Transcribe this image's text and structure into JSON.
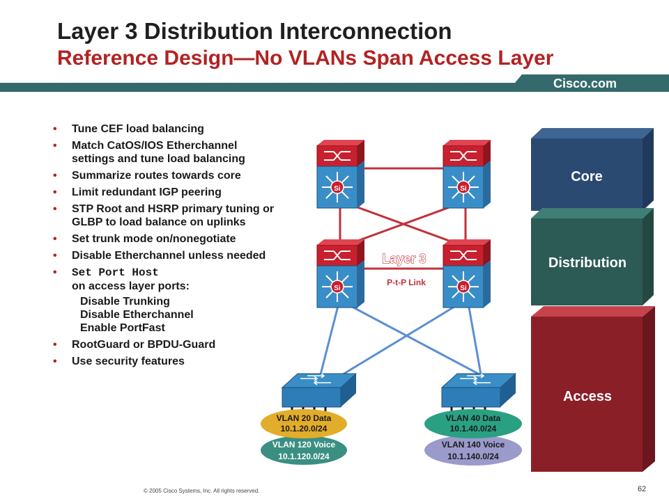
{
  "header": {
    "title": "Layer 3 Distribution Interconnection",
    "subtitle": "Reference Design—No VLANs Span Access Layer",
    "brand": "Cisco.com"
  },
  "bullets": [
    "Tune CEF load balancing",
    "Match CatOS/IOS Etherchannel settings and tune load balancing",
    "Summarize routes towards core",
    "Limit redundant IGP peering",
    "STP Root and HSRP primary tuning or GLBP to load balance on uplinks",
    "Set trunk mode on/nonegotiate",
    "Disable Etherchannel unless needed"
  ],
  "port_host": {
    "command": "Set Port Host",
    "text": "on access layer ports:",
    "sub_items": [
      "Disable Trunking",
      "Disable Etherchannel",
      "Enable PortFast"
    ]
  },
  "bullets_tail": [
    "RootGuard or BPDU-Guard",
    "Use security features"
  ],
  "diagram": {
    "layer_label": "Layer 3",
    "link_label": "P-t-P Link",
    "switch_badge": "Si",
    "vlans": {
      "left_data_name": "VLAN 20 Data",
      "left_data_subnet": "10.1.20.0/24",
      "left_voice_name": "VLAN 120 Voice",
      "left_voice_subnet": "10.1.120.0/24",
      "right_data_name": "VLAN 40 Data",
      "right_data_subnet": "10.1.40.0/24",
      "right_voice_name": "VLAN 140 Voice",
      "right_voice_subnet": "10.1.140.0/24"
    }
  },
  "layers": {
    "core": "Core",
    "distribution": "Distribution",
    "access": "Access"
  },
  "colors": {
    "core": "#2b4a72",
    "distribution": "#2c5a55",
    "access": "#8b1f28",
    "l3_link": "#c0313b",
    "access_link": "#5b8fd0",
    "data_vlan": "#e2ad2a",
    "voice_vlan_left": "#3a8f82",
    "voice_vlan_right": "#9a9acb"
  },
  "footer": {
    "copyright": "© 2005 Cisco Systems, Inc. All rights reserved.",
    "page": "62"
  }
}
